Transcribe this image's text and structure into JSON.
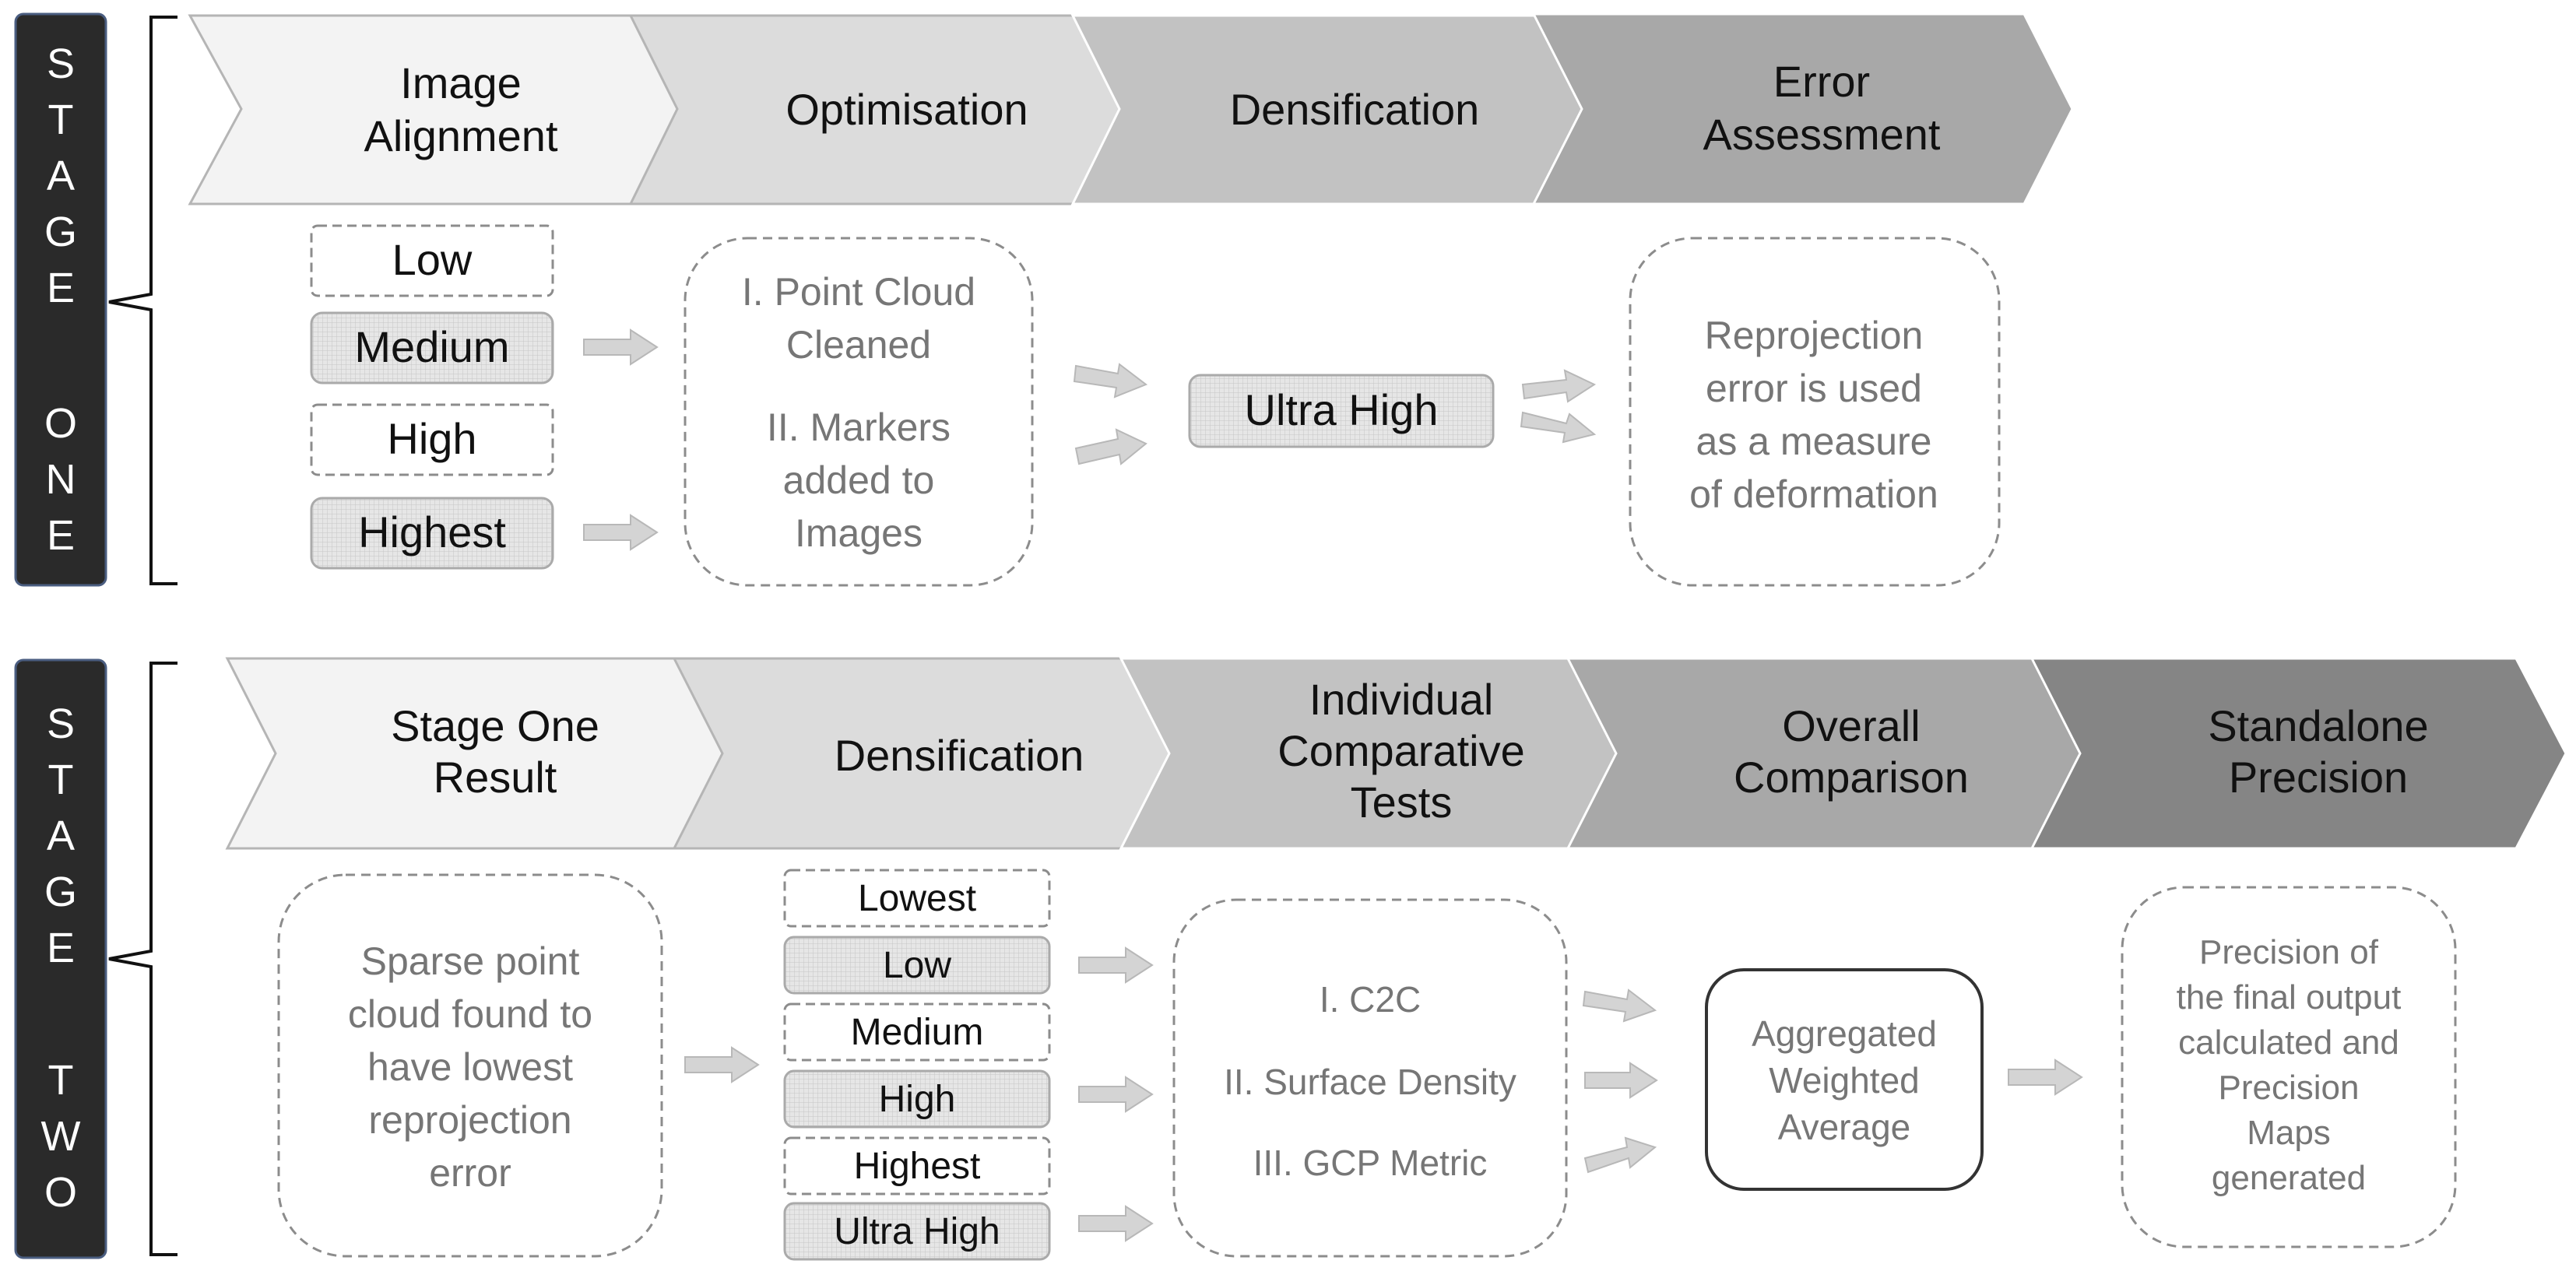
{
  "stage_one": {
    "label_letters": [
      "S",
      "T",
      "A",
      "G",
      "E",
      "",
      "O",
      "N",
      "E"
    ],
    "chevrons": [
      [
        "Image",
        "Alignment"
      ],
      [
        "Optimisation"
      ],
      [
        "Densification"
      ],
      [
        "Error",
        "Assessment"
      ]
    ],
    "alignment_options": [
      "Low",
      "Medium",
      "High",
      "Highest"
    ],
    "alignment_selected": [
      false,
      true,
      false,
      true
    ],
    "optimisation_text": [
      "I. Point Cloud",
      "Cleaned",
      "",
      "II. Markers",
      "added to",
      "Images"
    ],
    "densification_choice": "Ultra High",
    "error_text": [
      "Reprojection",
      "error is used",
      "as a measure",
      "of deformation"
    ]
  },
  "stage_two": {
    "label_letters": [
      "S",
      "T",
      "A",
      "G",
      "E",
      "",
      "T",
      "W",
      "O"
    ],
    "chevrons": [
      [
        "Stage One",
        "Result"
      ],
      [
        "Densification"
      ],
      [
        "Individual",
        "Comparative",
        "Tests"
      ],
      [
        "Overall",
        "Comparison"
      ],
      [
        "Standalone",
        "Precision"
      ]
    ],
    "result_text": [
      "Sparse point",
      "cloud found to",
      "have lowest",
      "reprojection",
      "error"
    ],
    "densification_options": [
      "Lowest",
      "Low",
      "Medium",
      "High",
      "Highest",
      "Ultra High"
    ],
    "densification_selected": [
      false,
      true,
      false,
      true,
      false,
      true
    ],
    "tests_text": [
      "I. C2C",
      "II. Surface Density",
      "III.  GCP Metric"
    ],
    "comparison_text": [
      "Aggregated",
      "Weighted",
      "Average"
    ],
    "precision_text": [
      "Precision of",
      "the final output",
      "calculated and",
      "Precision",
      "Maps",
      "generated"
    ]
  },
  "colors": {
    "label_bg": "#2a2a2a",
    "chevron_fills": [
      "#f3f3f3",
      "#dcdcdc",
      "#c2c2c2",
      "#a8a8a8",
      "#858585"
    ],
    "dashed_stroke": "#8c8c8c",
    "arrow_fill": "#d4d4d4"
  }
}
